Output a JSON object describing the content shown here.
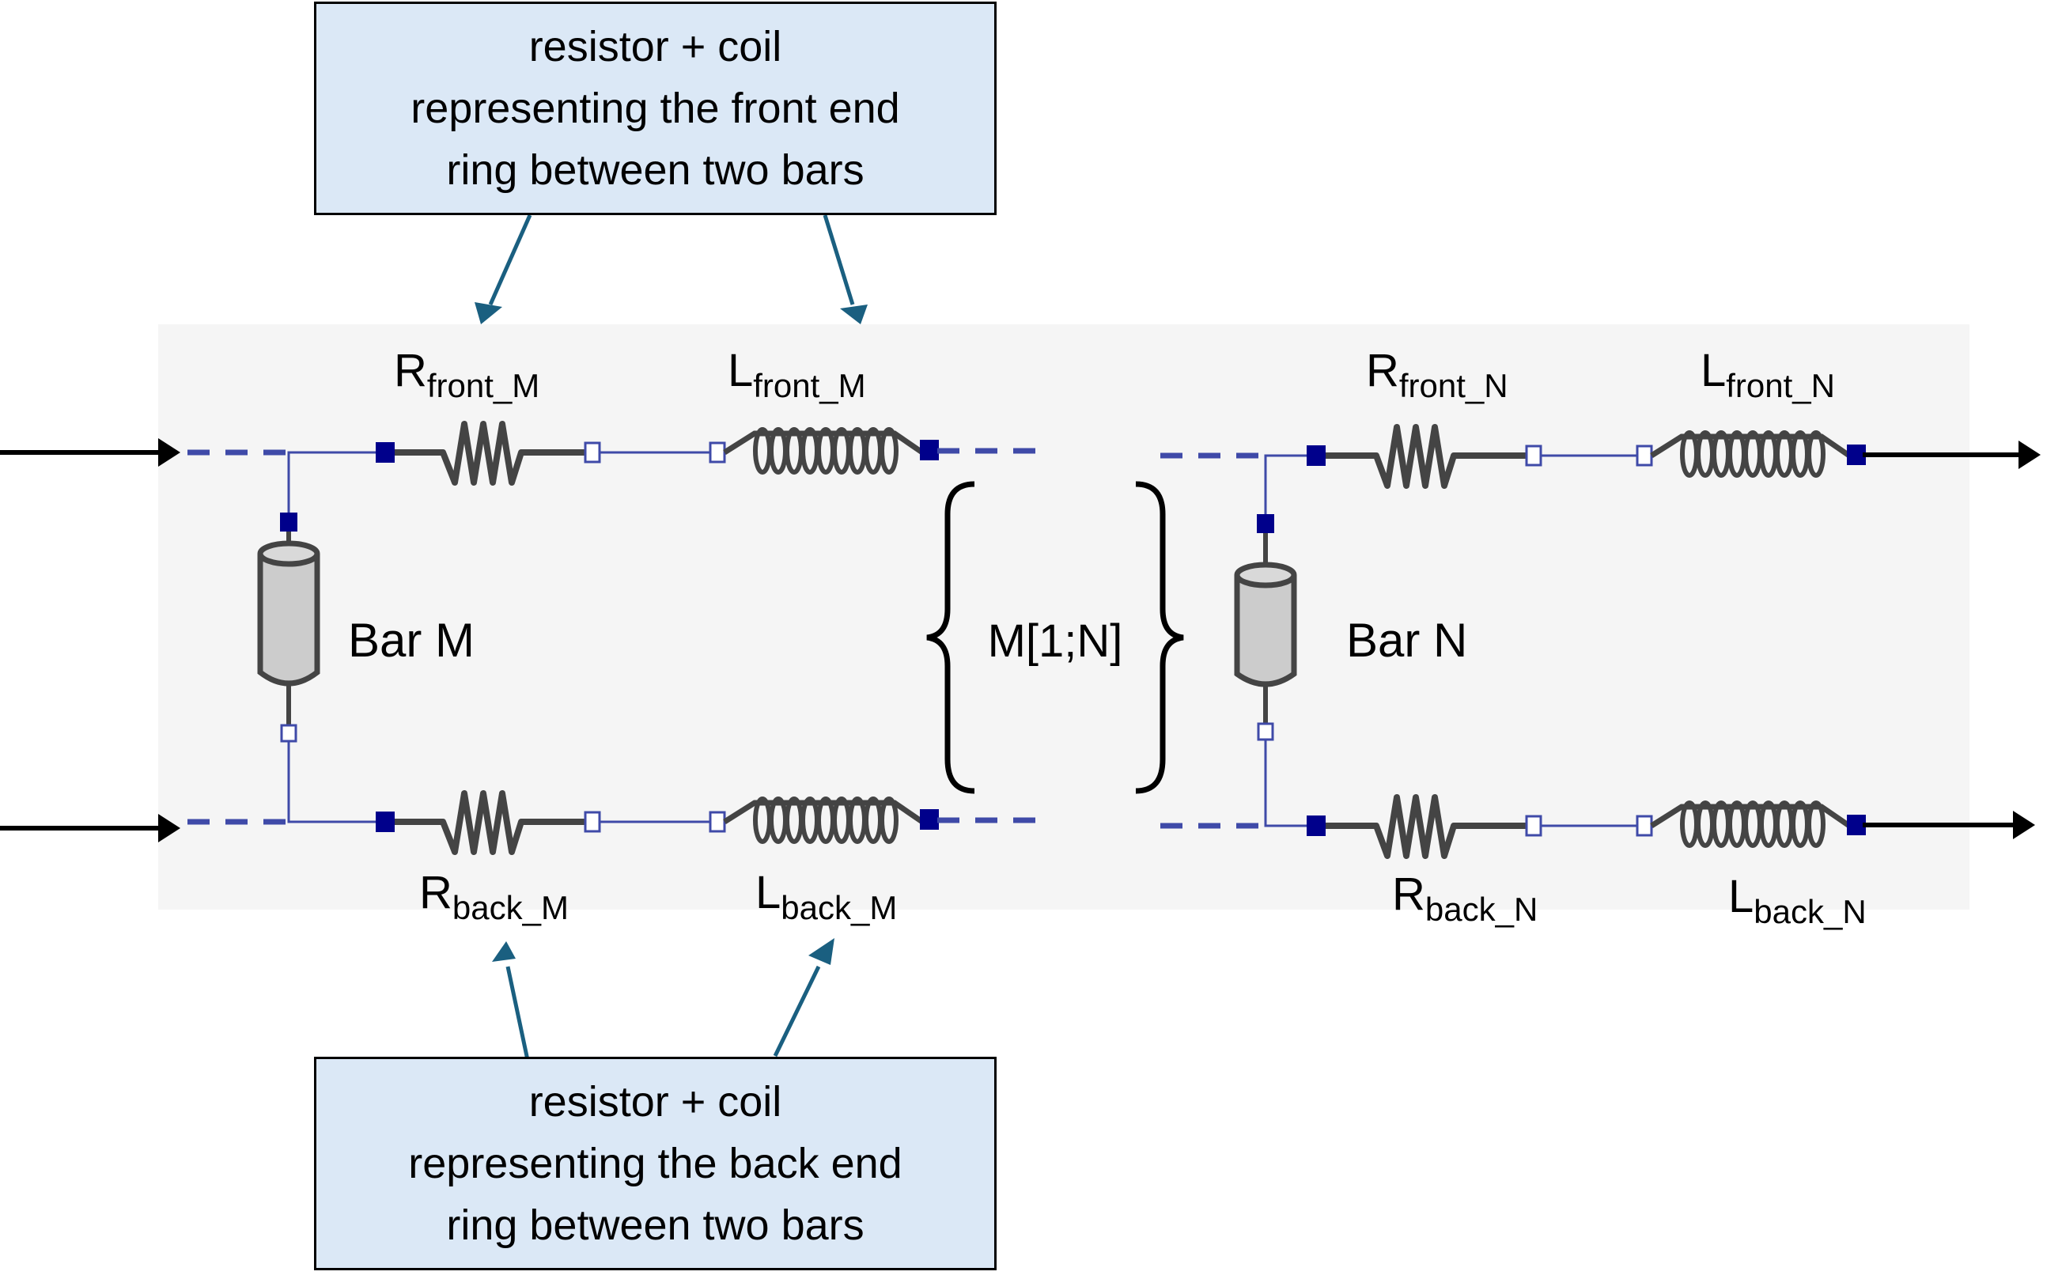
{
  "callouts": {
    "front": {
      "lines": [
        "resistor + coil",
        "representing the front end",
        "ring between two bars"
      ]
    },
    "back": {
      "lines": [
        "resistor + coil",
        "representing the back end",
        "ring between two bars"
      ]
    }
  },
  "components": {
    "r_front_m": {
      "base": "R",
      "sub": "front_M"
    },
    "l_front_m": {
      "base": "L",
      "sub": "front_M"
    },
    "r_back_m": {
      "base": "R",
      "sub": "back_M"
    },
    "l_back_m": {
      "base": "L",
      "sub": "back_M"
    },
    "r_front_n": {
      "base": "R",
      "sub": "front_N"
    },
    "l_front_n": {
      "base": "L",
      "sub": "front_N"
    },
    "r_back_n": {
      "base": "R",
      "sub": "back_N"
    },
    "l_back_n": {
      "base": "L",
      "sub": "back_N"
    }
  },
  "bars": {
    "m": "Bar M",
    "n": "Bar N"
  },
  "range_label": "M[1;N]",
  "colors": {
    "panel": "#f5f5f5",
    "callout_fill": "#dbe8f6",
    "wire_blue": "#3f4aa8",
    "connector_dark": "#00008b",
    "component_gray": "#444444",
    "bar_fill": "#cccccc",
    "pointer_arrow": "#1a5f80"
  }
}
